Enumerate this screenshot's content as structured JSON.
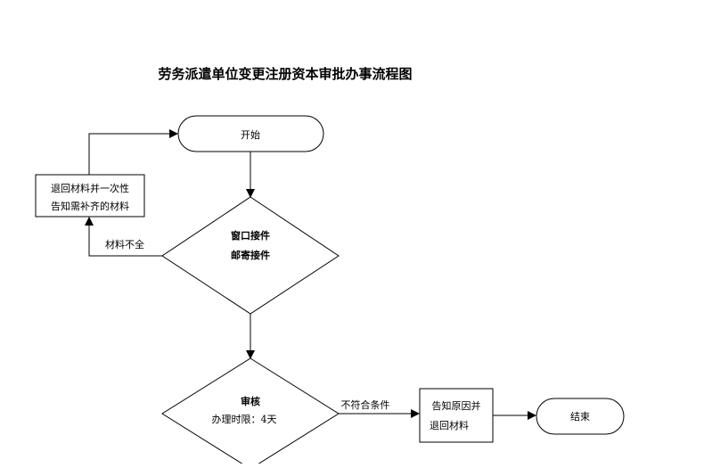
{
  "title": "劳务派遣单位变更注册资本审批办事流程图",
  "nodes": {
    "start": "开始",
    "return_line1": "退回材料并一次性",
    "return_line2": "告知需补齐的材料",
    "receive_line1": "窗口接件",
    "receive_line2": "邮寄接件",
    "review_title": "审核",
    "review_time": "办理时限：4天",
    "notify_line1": "告知原因并",
    "notify_line2": "退回材料",
    "end": "结束"
  },
  "edges": {
    "incomplete": "材料不全",
    "not_qualified": "不符合条件"
  }
}
